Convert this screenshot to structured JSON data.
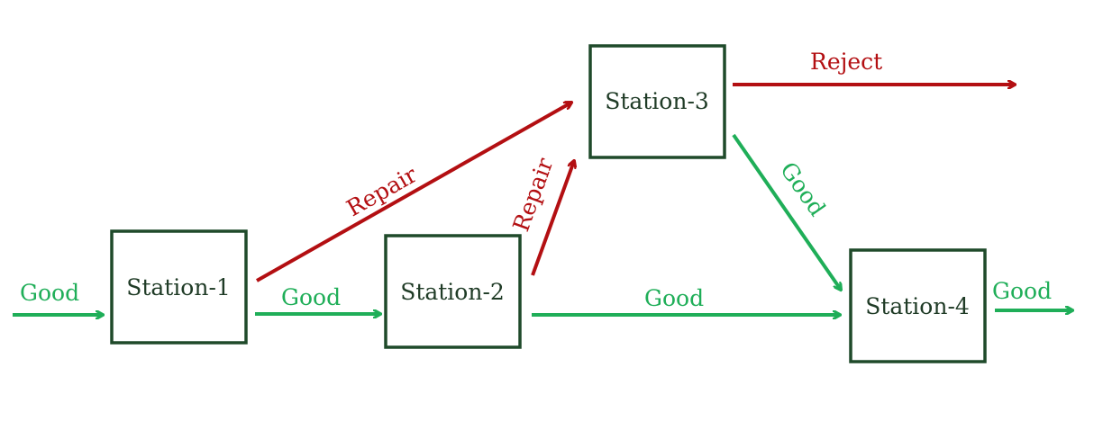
{
  "colors": {
    "good": "#1fae58",
    "repair_reject": "#b30f12",
    "station_border": "#1f4a2a",
    "station_text": "#1f3b26"
  },
  "stations": {
    "s1": "Station-1",
    "s2": "Station-2",
    "s3": "Station-3",
    "s4": "Station-4"
  },
  "flows": {
    "input_good": "Good",
    "s1_to_s2_good": "Good",
    "s1_to_s3_repair": "Repair",
    "s2_to_s3_repair": "Repair",
    "s2_to_s4_good": "Good",
    "s3_reject": "Reject",
    "s3_to_s4_good": "Good",
    "output_good": "Good"
  }
}
